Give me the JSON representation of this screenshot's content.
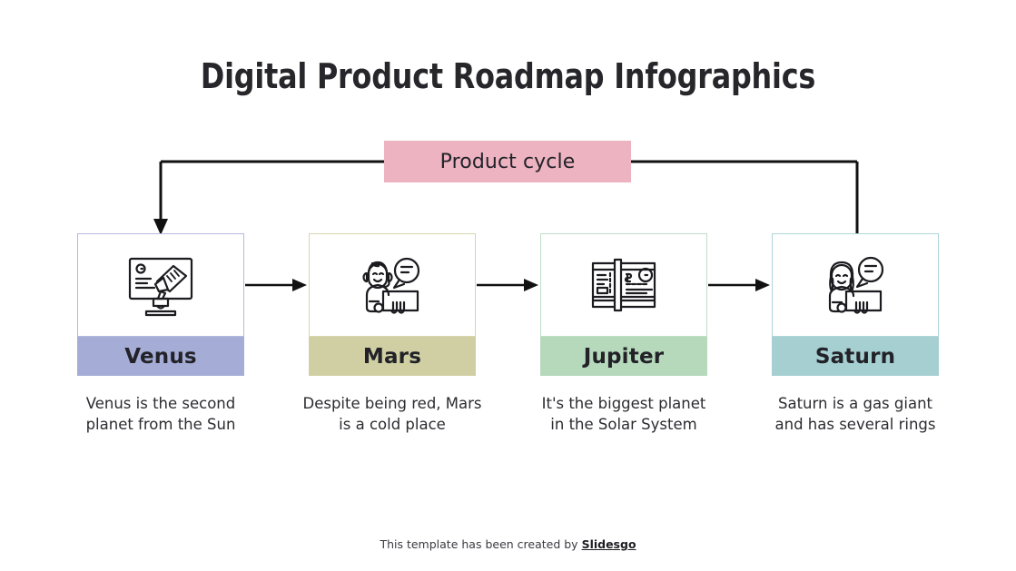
{
  "slide": {
    "title": "Digital Product Roadmap Infographics",
    "background_color": "#ffffff"
  },
  "cycle_banner": {
    "label": "Product cycle",
    "color": "#EDB3C0"
  },
  "connectors": {
    "color": "#111111",
    "left_arrow_target": "venus-card",
    "right_line_target": "saturn-card",
    "between_cards": [
      "venus-to-mars",
      "mars-to-jupiter",
      "jupiter-to-saturn"
    ]
  },
  "cards": [
    {
      "name": "Venus",
      "band_color": "#A5ADD6",
      "border_color": "#b3badf",
      "icon": "monitor-megaphone-icon",
      "caption": "Venus is the second planet from the Sun"
    },
    {
      "name": "Mars",
      "band_color": "#CFCFA3",
      "border_color": "#d6d6b0",
      "icon": "support-agent-male-icon",
      "caption": "Despite being red, Mars is a cold place"
    },
    {
      "name": "Jupiter",
      "band_color": "#B6D9BC",
      "border_color": "#c0dfc6",
      "icon": "ticket-voucher-icon",
      "caption": "It's the biggest planet in the Solar System"
    },
    {
      "name": "Saturn",
      "band_color": "#A5CFD1",
      "border_color": "#b0d6d8",
      "icon": "support-agent-female-icon",
      "caption": "Saturn is a gas giant and has several rings"
    }
  ],
  "footer": {
    "text": "This template has been created by",
    "brand": "Slidesgo"
  }
}
